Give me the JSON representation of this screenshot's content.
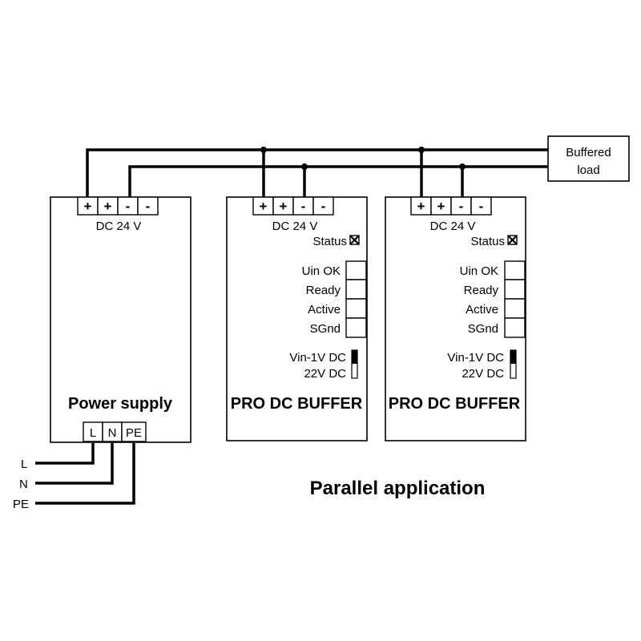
{
  "title": "Parallel application",
  "load": {
    "line1": "Buffered",
    "line2": "load"
  },
  "mains": {
    "l": "L",
    "n": "N",
    "pe": "PE"
  },
  "power_supply": {
    "name": "Power supply",
    "output_label": "DC 24 V",
    "terminals": [
      "+",
      "+",
      "-",
      "-"
    ],
    "input_terminals": [
      "L",
      "N",
      "PE"
    ]
  },
  "buffers": [
    {
      "name": "PRO DC BUFFER",
      "output_label": "DC 24 V",
      "terminals": [
        "+",
        "+",
        "-",
        "-"
      ],
      "status": "Status",
      "signals": [
        "Uin OK",
        "Ready",
        "Active",
        "SGnd"
      ],
      "switch": {
        "upper": "Vin-1V DC",
        "lower": "22V DC"
      }
    },
    {
      "name": "PRO DC BUFFER",
      "output_label": "DC 24 V",
      "terminals": [
        "+",
        "+",
        "-",
        "-"
      ],
      "status": "Status",
      "signals": [
        "Uin OK",
        "Ready",
        "Active",
        "SGnd"
      ],
      "switch": {
        "upper": "Vin-1V DC",
        "lower": "22V DC"
      }
    }
  ]
}
